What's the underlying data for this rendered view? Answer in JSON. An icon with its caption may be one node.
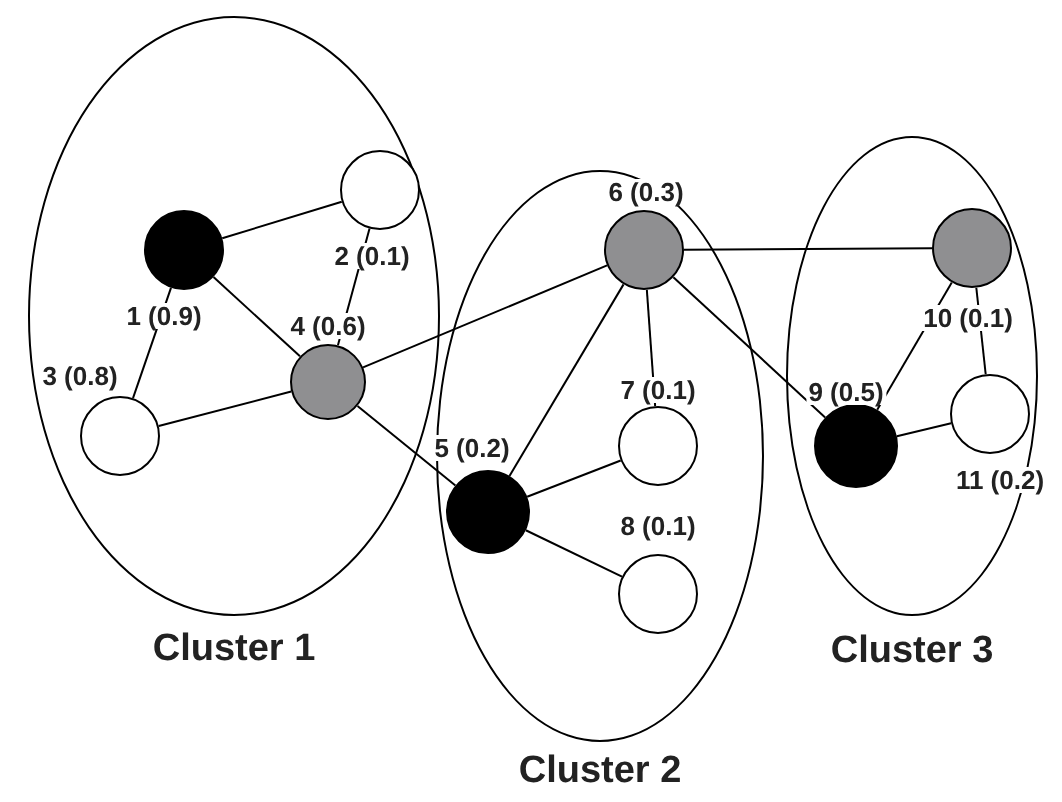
{
  "diagram": {
    "nodes": [
      {
        "text": [
          "Cluster 1"
        ]
      },
      {
        "text": [],
        "shape": "circle",
        "beside": [
          "1 (0.9)"
        ],
        "in": 0
      },
      {
        "text": [],
        "shape": "circle",
        "beside": [
          "2 (0.1)"
        ],
        "in": 0
      },
      {
        "text": [],
        "shape": "circle",
        "beside": [
          "3 (0.8)"
        ],
        "in": 0
      },
      {
        "text": [],
        "shape": "circle",
        "beside": [
          "4 (0.6)"
        ],
        "in": 0
      },
      {
        "text": [
          "Cluster 2"
        ]
      },
      {
        "text": [],
        "shape": "circle",
        "beside": [
          "5 (0.2)"
        ],
        "in": 5
      },
      {
        "text": [],
        "shape": "circle",
        "beside": [
          "6 (0.3)"
        ],
        "in": 5
      },
      {
        "text": [],
        "shape": "circle",
        "beside": [
          "7 (0.1)"
        ],
        "in": 5
      },
      {
        "text": [],
        "shape": "circle",
        "beside": [
          "8 (0.1)"
        ],
        "in": 5
      },
      {
        "text": [
          "Cluster 3"
        ]
      },
      {
        "text": [],
        "shape": "circle",
        "beside": [
          "9 (0.5)"
        ],
        "in": 10
      },
      {
        "text": [],
        "shape": "circle",
        "beside": [
          "10 (0.1)"
        ],
        "in": 10
      },
      {
        "text": [],
        "shape": "circle",
        "beside": [
          "11 (0.2)"
        ],
        "in": 10
      }
    ],
    "edges": [
      {
        "from": 1,
        "to": 2,
        "arrow": "none"
      },
      {
        "from": 1,
        "to": 3,
        "arrow": "none"
      },
      {
        "from": 1,
        "to": 4,
        "arrow": "none"
      },
      {
        "from": 2,
        "to": 4,
        "arrow": "none"
      },
      {
        "from": 3,
        "to": 4,
        "arrow": "none"
      },
      {
        "from": 4,
        "to": 7,
        "arrow": "none"
      },
      {
        "from": 4,
        "to": 6,
        "arrow": "none"
      },
      {
        "from": 6,
        "to": 7,
        "arrow": "none"
      },
      {
        "from": 6,
        "to": 8,
        "arrow": "none"
      },
      {
        "from": 6,
        "to": 9,
        "arrow": "none"
      },
      {
        "from": 7,
        "to": 8,
        "arrow": "none"
      },
      {
        "from": 7,
        "to": 11,
        "arrow": "none"
      },
      {
        "from": 7,
        "to": 12,
        "arrow": "none"
      },
      {
        "from": 11,
        "to": 12,
        "arrow": "none"
      },
      {
        "from": 11,
        "to": 13,
        "arrow": "none"
      },
      {
        "from": 12,
        "to": 13,
        "arrow": "none"
      }
    ]
  }
}
